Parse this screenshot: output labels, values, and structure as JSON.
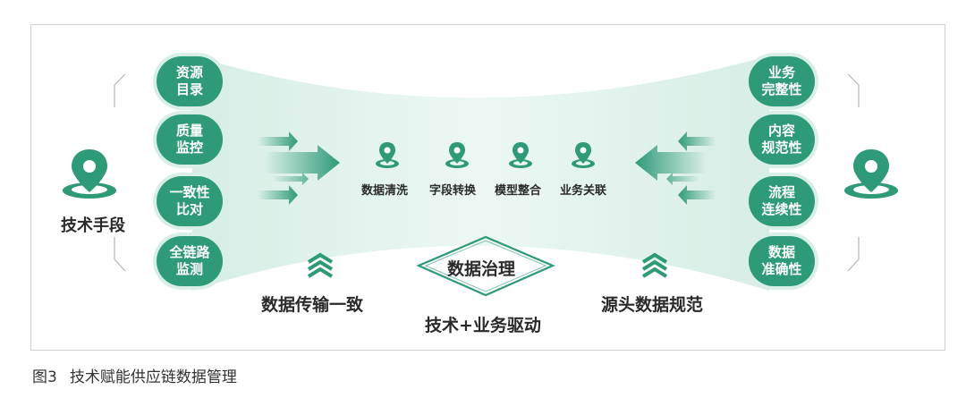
{
  "left_side": {
    "label": "技术手段",
    "pills": [
      {
        "line1": "资源",
        "line2": "目录"
      },
      {
        "line1": "质量",
        "line2": "监控"
      },
      {
        "line1": "一致性",
        "line2": "比对"
      },
      {
        "line1": "全链路",
        "line2": "监测"
      }
    ]
  },
  "right_side": {
    "pills": [
      {
        "line1": "业务",
        "line2": "完整性"
      },
      {
        "line1": "内容",
        "line2": "规范性"
      },
      {
        "line1": "流程",
        "line2": "连续性"
      },
      {
        "line1": "数据",
        "line2": "准确性"
      }
    ]
  },
  "center": {
    "steps": [
      "数据清洗",
      "字段转换",
      "模型整合",
      "业务关联"
    ],
    "governance": "数据治理",
    "driver": "技术+业务驱动",
    "left_bottom": "数据传输一致",
    "right_bottom": "源头数据规范"
  },
  "caption": {
    "number": "图3",
    "text": "技术赋能供应链数据管理"
  },
  "colors": {
    "primary": "#2e9a78",
    "light": "#d8efe7"
  }
}
